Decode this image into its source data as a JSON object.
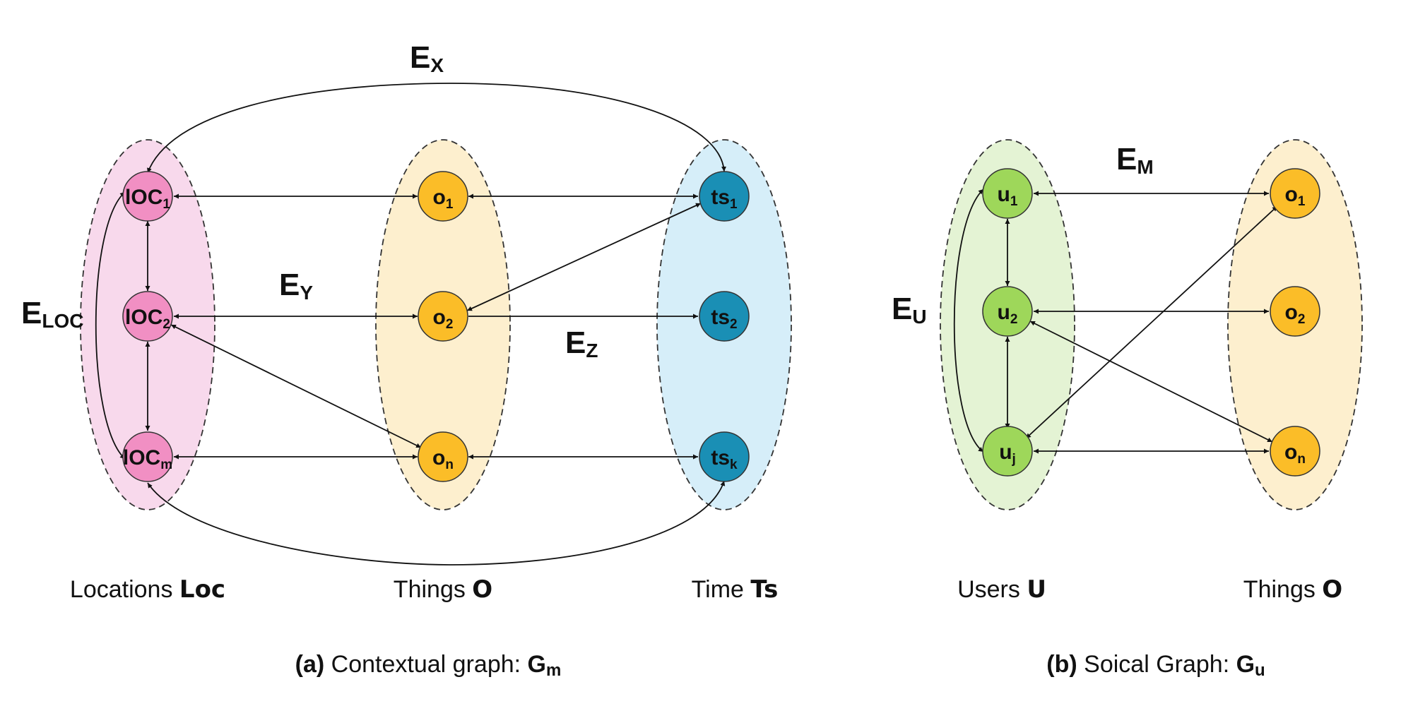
{
  "colors": {
    "loc_fill": "#f8d9ec",
    "loc_node": "#f18fc3",
    "things_fill": "#fdefce",
    "things_node": "#fbbd28",
    "time_fill": "#d6eef9",
    "time_node": "#1a8fb5",
    "users_fill": "#e4f3d4",
    "users_node": "#9ed75a"
  },
  "graph_a": {
    "nodes": {
      "loc1": {
        "base": "lOC",
        "sub": "1"
      },
      "loc2": {
        "base": "lOC",
        "sub": "2"
      },
      "locm": {
        "base": "lOC",
        "sub": "m"
      },
      "o1": {
        "base": "o",
        "sub": "1"
      },
      "o2": {
        "base": "o",
        "sub": "2"
      },
      "on": {
        "base": "o",
        "sub": "n"
      },
      "ts1": {
        "base": "ts",
        "sub": "1"
      },
      "ts2": {
        "base": "ts",
        "sub": "2"
      },
      "tsk": {
        "base": "ts",
        "sub": "k"
      }
    },
    "edge_labels": {
      "ex": {
        "base": "E",
        "sub": "X"
      },
      "ey": {
        "base": "E",
        "sub": "Y"
      },
      "ez": {
        "base": "E",
        "sub": "Z"
      },
      "eloc": {
        "base": "E",
        "sub": "LOC"
      }
    },
    "groups": {
      "loc": {
        "text": "Locations ",
        "symbol": "Loc"
      },
      "things": {
        "text": "Things ",
        "symbol": "O"
      },
      "time": {
        "text": "Time ",
        "symbol": "Ts"
      }
    },
    "caption": {
      "tag": "(a)",
      "text": " Contextual graph: ",
      "sym": "G",
      "sub": "m"
    }
  },
  "graph_b": {
    "nodes": {
      "u1": {
        "base": "u",
        "sub": "1"
      },
      "u2": {
        "base": "u",
        "sub": "2"
      },
      "uj": {
        "base": "u",
        "sub": "j"
      },
      "o1": {
        "base": "o",
        "sub": "1"
      },
      "o2": {
        "base": "o",
        "sub": "2"
      },
      "on": {
        "base": "o",
        "sub": "n"
      }
    },
    "edge_labels": {
      "em": {
        "base": "E",
        "sub": "M"
      },
      "eu": {
        "base": "E",
        "sub": "U"
      }
    },
    "groups": {
      "users": {
        "text": "Users ",
        "symbol": "U"
      },
      "things": {
        "text": "Things ",
        "symbol": "O"
      }
    },
    "caption": {
      "tag": "(b)",
      "text": " Soical Graph: ",
      "sym": "G",
      "sub": "u"
    }
  }
}
